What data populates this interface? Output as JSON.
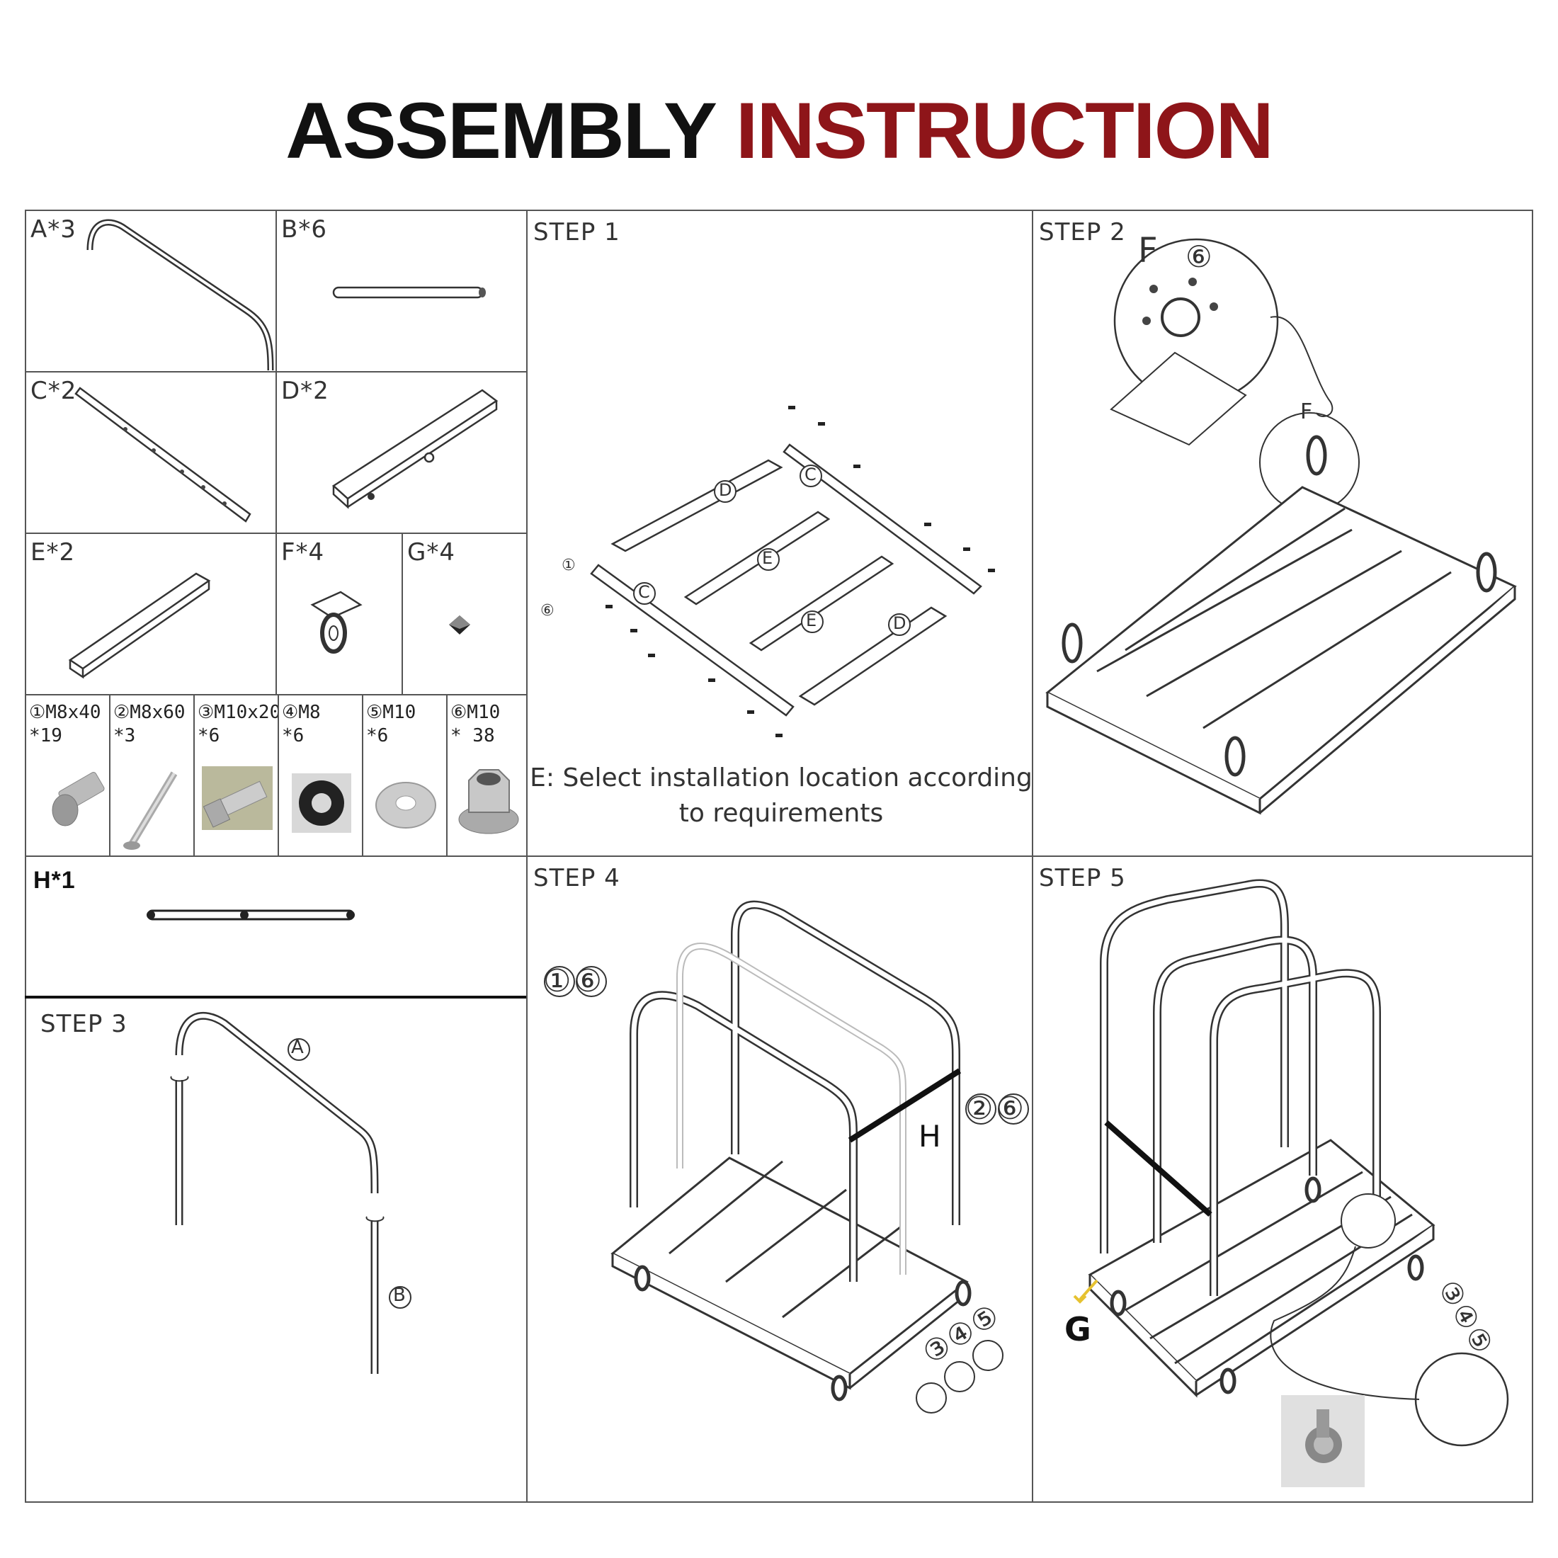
{
  "title": {
    "part1": "ASSEMBLY",
    "part2": "INSTRUCTION"
  },
  "parts": [
    {
      "label": "A*3"
    },
    {
      "label": "B*6"
    },
    {
      "label": "C*2"
    },
    {
      "label": "D*2"
    },
    {
      "label": "E*2"
    },
    {
      "label": "F*4"
    },
    {
      "label": "G*4"
    },
    {
      "label": "H*1"
    }
  ],
  "hardware": [
    {
      "spec": "①M8x40",
      "qty": "*19"
    },
    {
      "spec": "②M8x60",
      "qty": "*3"
    },
    {
      "spec": "③M10x20",
      "qty": "*6"
    },
    {
      "spec": "④M8",
      "qty": "*6"
    },
    {
      "spec": "⑤M10",
      "qty": "*6"
    },
    {
      "spec": "⑥M10",
      "qty": "* 38"
    }
  ],
  "steps": {
    "step1": {
      "label": "STEP 1",
      "caption_line1": "E: Select installation location according",
      "caption_line2": "to requirements",
      "callouts": [
        "①",
        "⑥"
      ],
      "markers": [
        "D",
        "C",
        "E",
        "E",
        "C",
        "D"
      ]
    },
    "step2": {
      "label": "STEP 2",
      "callouts": [
        "F",
        "⑥",
        "F"
      ]
    },
    "step3": {
      "label": "STEP 3",
      "markers": [
        "A",
        "B"
      ]
    },
    "step4": {
      "label": "STEP 4",
      "callout_a": "①⑥",
      "callout_b": "②⑥",
      "callout_c": "③④⑤",
      "marker": "H"
    },
    "step5": {
      "label": "STEP 5",
      "callout": "③④⑤",
      "marker": "G"
    }
  },
  "colors": {
    "accent": "#8e1519",
    "line": "#555555",
    "text": "#111111"
  }
}
